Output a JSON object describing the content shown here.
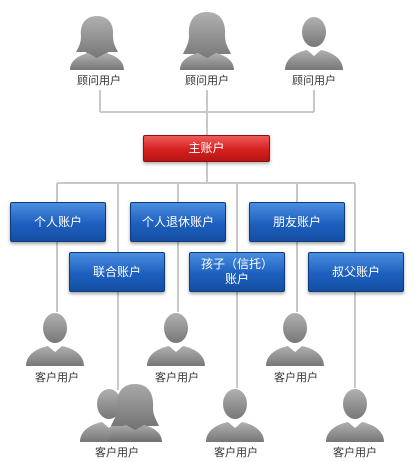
{
  "advisors": {
    "items": [
      {
        "label": "顾问用户",
        "icon": "female-user-icon"
      },
      {
        "label": "顾问用户",
        "icon": "female-user-icon"
      },
      {
        "label": "顾问用户",
        "icon": "male-user-icon"
      }
    ]
  },
  "main_account": {
    "label": "主账户"
  },
  "accounts": {
    "personal": "个人账户",
    "retirement": "个人退休账户",
    "friend": "朋友账户",
    "joint": "联合账户",
    "child_trust_line1": "孩子（信托）",
    "child_trust_line2": "账户",
    "uncle": "叔父账户"
  },
  "clients": {
    "c1": "客户用户",
    "c2": "客户用户",
    "c3": "客户用户",
    "c4": "客户用户",
    "c5": "客户用户",
    "c6": "客户用户"
  },
  "colors": {
    "account_box": "#1d5fbf",
    "main_box": "#d62020",
    "connector": "#c8c8c8",
    "avatar": "#8f8f8f"
  }
}
